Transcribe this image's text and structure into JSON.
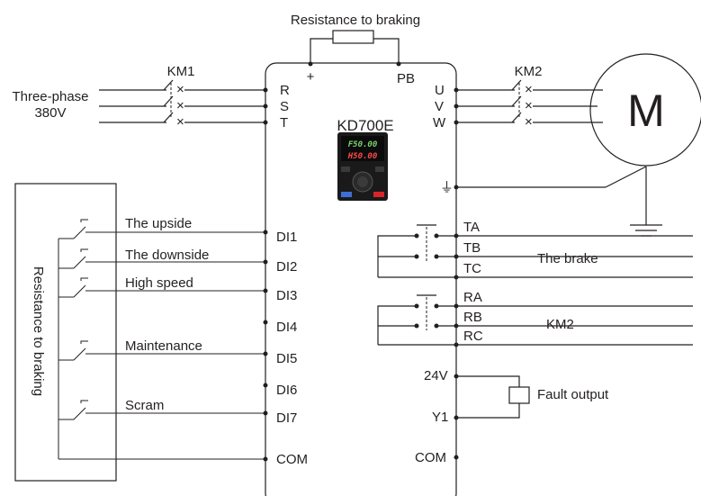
{
  "braking_resistor_top": "Resistance to braking",
  "braking_resistor_side": "Resistance to braking",
  "km1": "KM1",
  "km2_contactor": "KM2",
  "supply": {
    "line1": "Three-phase",
    "line2": "380V"
  },
  "inverter": {
    "model": "KD700E",
    "plus": "+",
    "pb": "PB",
    "display_top": "F50.00",
    "display_bottom": "H50.00"
  },
  "motor": "M",
  "inputs": {
    "r": "R",
    "s": "S",
    "t": "T"
  },
  "outputs": {
    "u": "U",
    "v": "V",
    "w": "W"
  },
  "di_terminals": {
    "di1": "DI1",
    "di2": "DI2",
    "di3": "DI3",
    "di4": "DI4",
    "di5": "DI5",
    "di6": "DI6",
    "di7": "DI7",
    "com": "COM"
  },
  "switch_labels": {
    "upside": "The upside",
    "downside": "The downside",
    "high_speed": "High speed",
    "maintenance": "Maintenance",
    "scram": "Scram"
  },
  "relay_terminals": {
    "ta": "TA",
    "tb": "TB",
    "tc": "TC",
    "ra": "RA",
    "rb": "RB",
    "rc": "RC",
    "v24": "24V",
    "y1": "Y1",
    "com": "COM"
  },
  "relay_labels": {
    "brake": "The brake",
    "km2": "KM2",
    "fault": "Fault output"
  },
  "colors": {
    "line": "#231f20",
    "keypad_body": "#1a1a1a",
    "led_green": "#7ad36b",
    "led_red": "#ff4a4a",
    "key_blue": "#3d6fd6",
    "key_red": "#d9252a"
  }
}
